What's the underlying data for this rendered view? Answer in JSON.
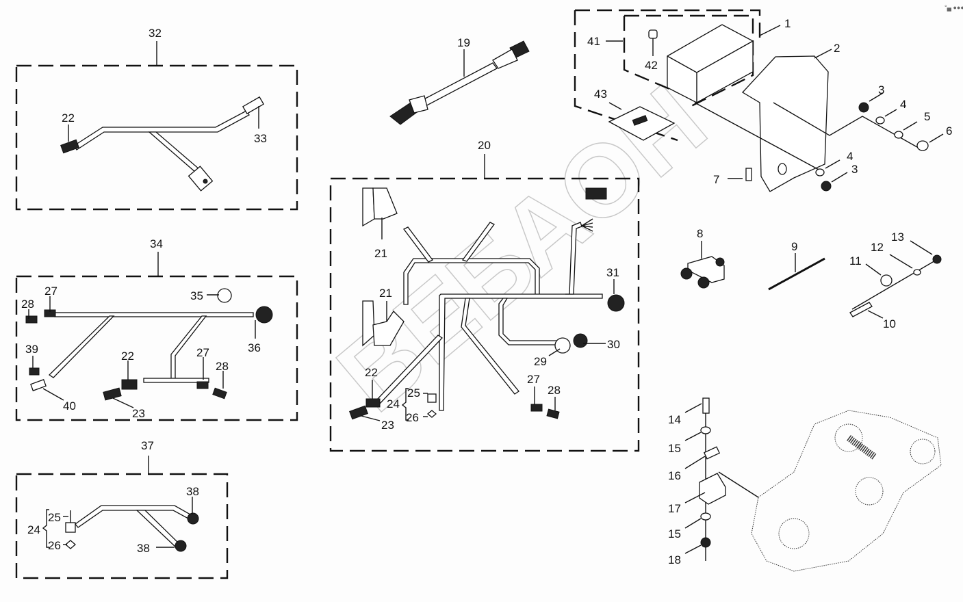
{
  "diagram": {
    "type": "exploded-parts-diagram",
    "corner_mark": "°▄ ●●●",
    "watermark": "ВЕБАОН",
    "groups": [
      {
        "id": "32",
        "label": "32",
        "parts": [
          "22",
          "33"
        ]
      },
      {
        "id": "34",
        "label": "34",
        "parts": [
          "27",
          "28",
          "35",
          "36",
          "39",
          "40",
          "22",
          "27",
          "28",
          "23"
        ]
      },
      {
        "id": "37",
        "label": "37",
        "parts": [
          "24",
          "25",
          "26",
          "38",
          "38"
        ]
      },
      {
        "id": "20",
        "label": "20",
        "parts": [
          "21",
          "21",
          "31",
          "30",
          "29",
          "22",
          "23",
          "24",
          "25",
          "26",
          "27",
          "28"
        ]
      },
      {
        "id": "41",
        "label": "41",
        "parts": [
          "42",
          "1"
        ]
      },
      {
        "id": "43",
        "label": "43",
        "parts": []
      }
    ],
    "labels": {
      "l32": "32",
      "l22a": "22",
      "l33": "33",
      "l34": "34",
      "l27a": "27",
      "l28a": "28",
      "l35": "35",
      "l36": "36",
      "l39": "39",
      "l40": "40",
      "l22b": "22",
      "l27b": "27",
      "l28b": "28",
      "l23a": "23",
      "l37": "37",
      "l25a": "25",
      "l24a": "24",
      "l26a": "26",
      "l38a": "38",
      "l38b": "38",
      "l19": "19",
      "l20": "20",
      "l21a": "21",
      "l21b": "21",
      "l31": "31",
      "l30": "30",
      "l29": "29",
      "l22c": "22",
      "l23b": "23",
      "l24b": "24",
      "l25b": "25",
      "l26b": "26",
      "l27c": "27",
      "l28c": "28",
      "l41": "41",
      "l42": "42",
      "l43": "43",
      "l1": "1",
      "l2": "2",
      "l3a": "3",
      "l4a": "4",
      "l5": "5",
      "l6": "6",
      "l7": "7",
      "l4b": "4",
      "l3b": "3",
      "l8": "8",
      "l9": "9",
      "l10": "10",
      "l11": "11",
      "l12": "12",
      "l13": "13",
      "l14": "14",
      "l15a": "15",
      "l16": "16",
      "l17": "17",
      "l15b": "15",
      "l18": "18"
    }
  }
}
